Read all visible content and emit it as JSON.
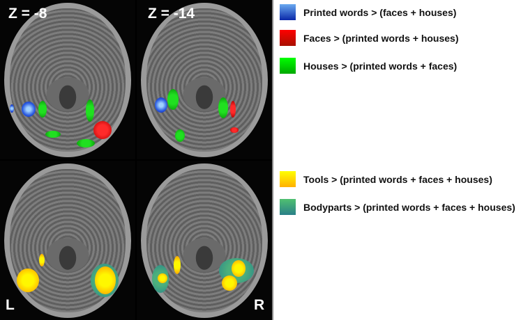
{
  "panels": {
    "top_left_label": "Z = -8",
    "top_right_label": "Z = -14",
    "left_marker": "L",
    "right_marker": "R"
  },
  "legend": [
    {
      "label": "Printed words > (faces + houses)",
      "color_top": "#6aaaf0",
      "color_bottom": "#0a28a8"
    },
    {
      "label": "Faces > (printed words + houses)",
      "color_top": "#ff0000",
      "color_bottom": "#a81000"
    },
    {
      "label": "Houses > (printed words + faces)",
      "color_top": "#00ff00",
      "color_bottom": "#00a800"
    },
    {
      "label": "Tools > (printed words + faces + houses)",
      "color_top": "#ffff00",
      "color_bottom": "#ffb000"
    },
    {
      "label": "Bodyparts > (printed words + faces + houses)",
      "color_top": "#50c070",
      "color_bottom": "#2a8088"
    }
  ]
}
